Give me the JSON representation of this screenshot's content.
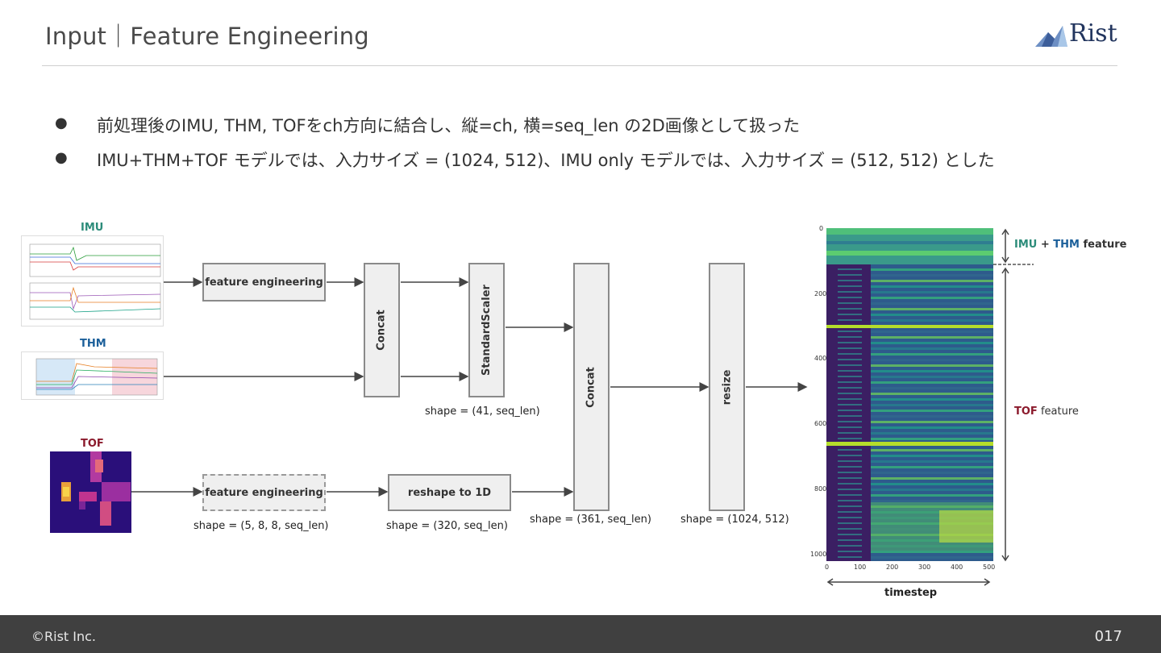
{
  "slide": {
    "title": "Input｜Feature Engineering",
    "logo_text": "Rist",
    "page_number": "017",
    "copyright": "©Rist Inc."
  },
  "bullets": [
    "前処理後のIMU, THM, TOFをch方向に結合し、縦=ch, 横=seq_len の2D画像として扱った",
    "IMU+THM+TOF モデルでは、入力サイズ = (1024, 512)、IMU only モデルでは、入力サイズ = (512, 512) とした"
  ],
  "diagram": {
    "inputs": {
      "imu_label": "IMU",
      "thm_label": "THM",
      "tof_label": "TOF"
    },
    "boxes": {
      "fe_top": "feature engineering",
      "concat1": "Concat",
      "scaler": "StandardScaler",
      "concat2": "Concat",
      "resize": "resize",
      "fe_tof": "feature engineering",
      "reshape": "reshape to 1D"
    },
    "shapes": {
      "scaler_out": "shape = (41, seq_len)",
      "fe_tof_out": "shape = (5, 8, 8, seq_len)",
      "reshape_out": "shape = (320, seq_len)",
      "concat2_out": "shape = (361, seq_len)",
      "resize_out": "shape = (1024, 512)"
    },
    "output": {
      "imu": "IMU",
      "plus": " + ",
      "thm": "THM",
      "feature_word": " feature",
      "tof": "TOF",
      "tof_feature_word": " feature",
      "x_label": "timestep",
      "y_ticks": [
        "0",
        "200",
        "400",
        "600",
        "800",
        "1000"
      ],
      "x_ticks": [
        "0",
        "100",
        "200",
        "300",
        "400",
        "500"
      ]
    },
    "colors": {
      "imu": "#2c8c7a",
      "thm": "#1b5f9a",
      "tof": "#8b1a2c",
      "footer_bg": "#404040"
    }
  }
}
